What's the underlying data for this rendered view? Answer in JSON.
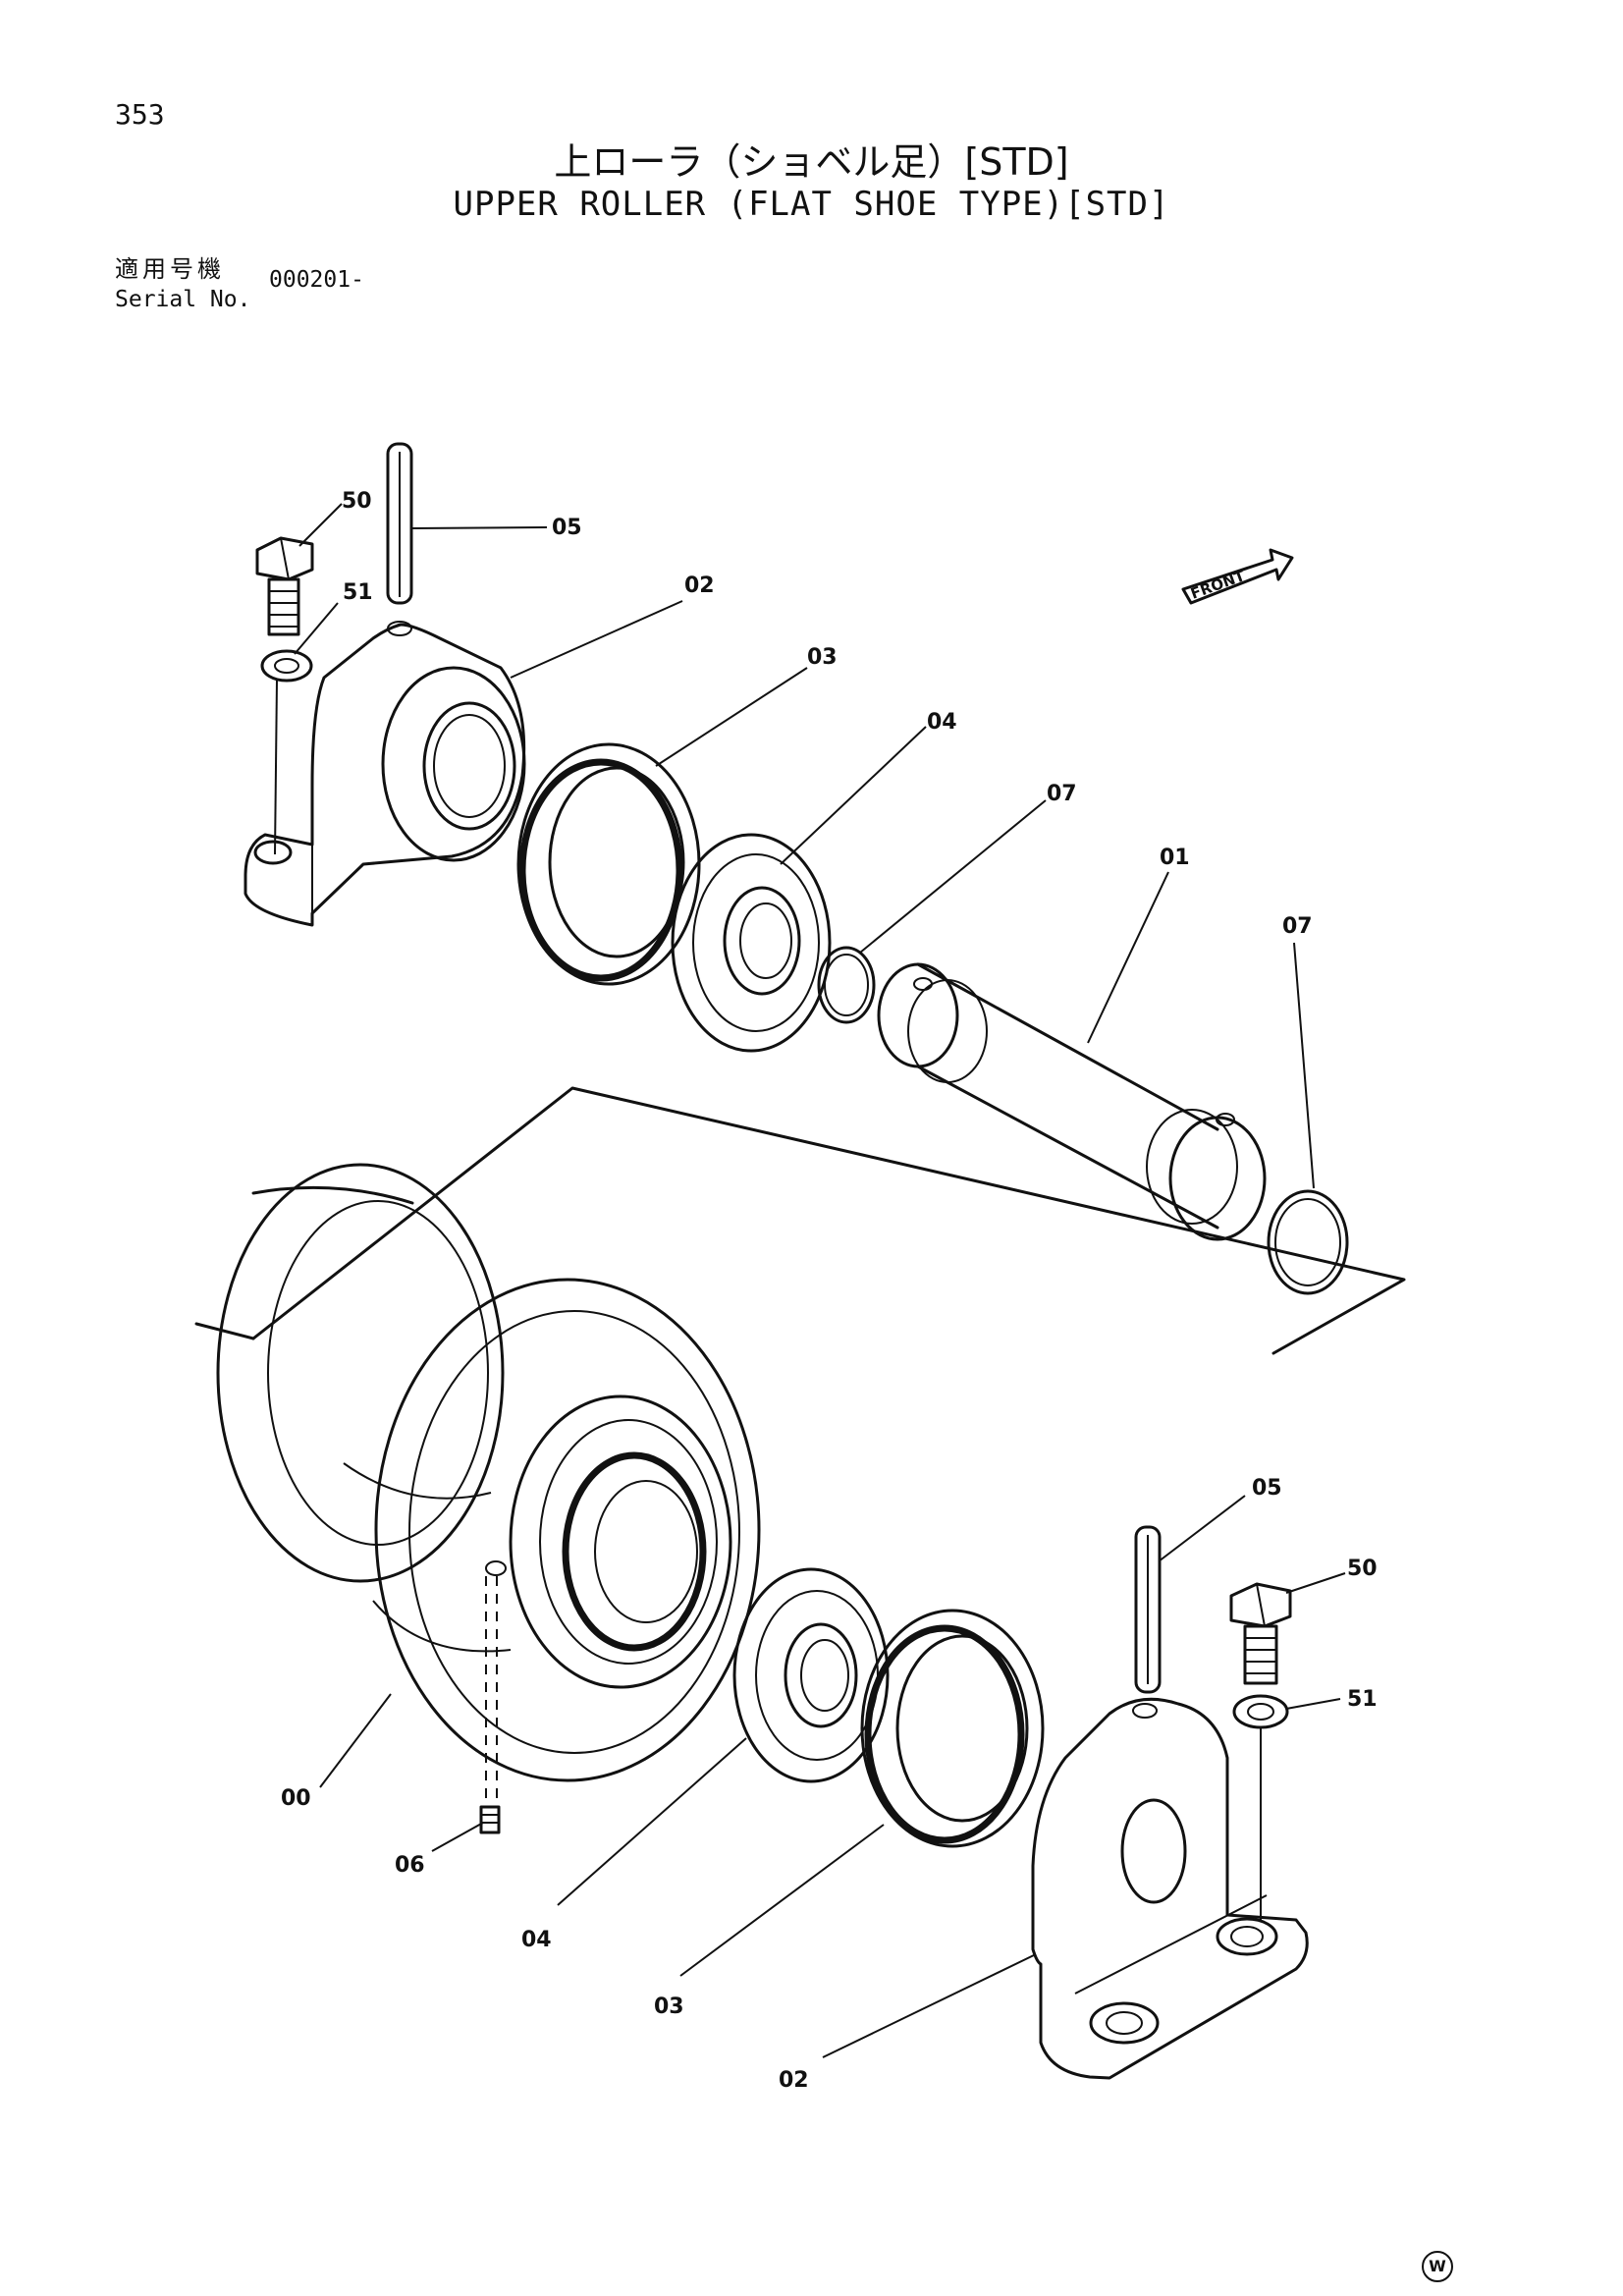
{
  "page": {
    "number": "353",
    "title_ja": "上ローラ（ショベル足）[STD]",
    "title_en": "UPPER ROLLER (FLAT SHOE TYPE)[STD]"
  },
  "serial": {
    "label_ja": "適用号機",
    "label_en": "Serial No.",
    "value": "000201-"
  },
  "diagram": {
    "front_label": "FRONT",
    "callouts": {
      "c50a": "50",
      "c05a": "05",
      "c51a": "51",
      "c02a": "02",
      "c03a": "03",
      "c04a": "04",
      "c07a": "07",
      "c01": "01",
      "c07b": "07",
      "c05b": "05",
      "c50b": "50",
      "c51b": "51",
      "c00": "00",
      "c06": "06",
      "c04b": "04",
      "c03b": "03",
      "c02b": "02"
    }
  },
  "watermark": "W"
}
